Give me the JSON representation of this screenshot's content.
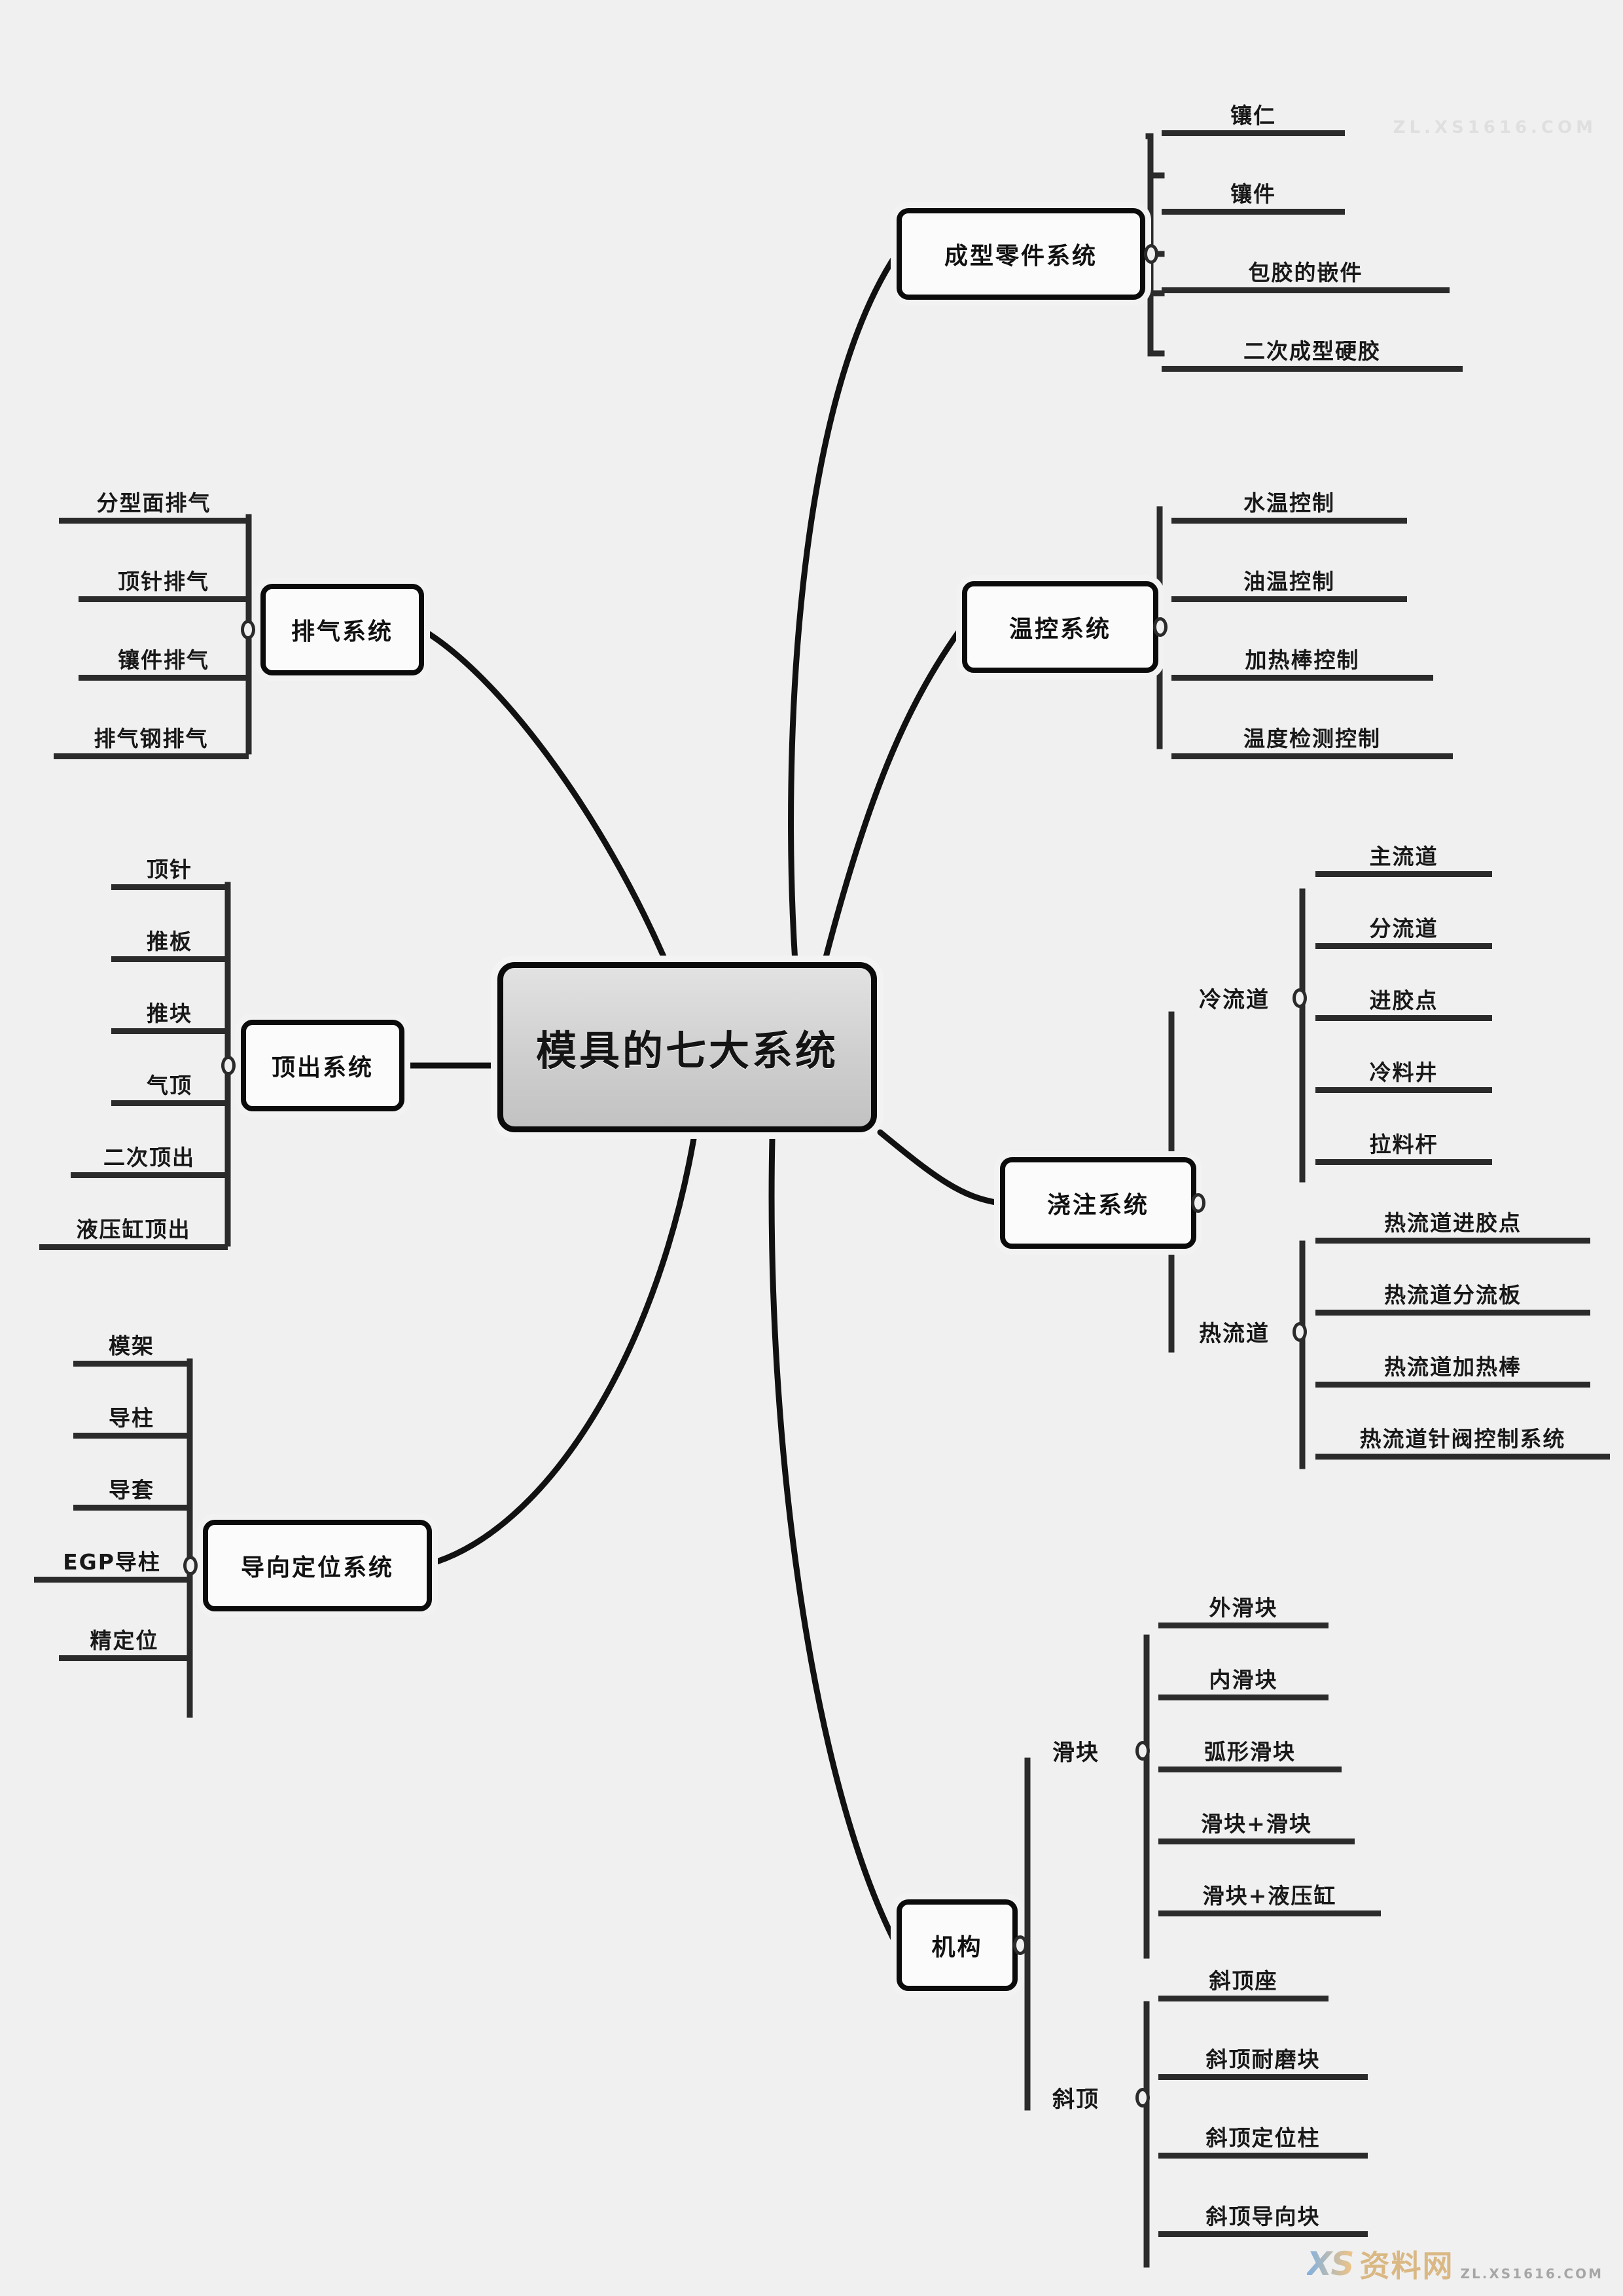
{
  "diagram": {
    "type": "mind-map",
    "root": {
      "label": "模具的七大系统"
    },
    "branches": [
      {
        "id": "molding-parts",
        "label": "成型零件系统",
        "side": "right",
        "children": [
          "镶仁",
          "镶件",
          "包胶的嵌件",
          "二次成型硬胶"
        ]
      },
      {
        "id": "temperature-control",
        "label": "温控系统",
        "side": "right",
        "children": [
          "水温控制",
          "油温控制",
          "加热棒控制",
          "温度检测控制"
        ]
      },
      {
        "id": "gating",
        "label": "浇注系统",
        "side": "right",
        "groups": [
          {
            "label": "冷流道",
            "children": [
              "主流道",
              "分流道",
              "进胶点",
              "冷料井",
              "拉料杆"
            ]
          },
          {
            "label": "热流道",
            "children": [
              "热流道进胶点",
              "热流道分流板",
              "热流道加热棒",
              "热流道针阀控制系统"
            ]
          }
        ]
      },
      {
        "id": "mechanism",
        "label": "机构",
        "side": "right",
        "groups": [
          {
            "label": "滑块",
            "children": [
              "外滑块",
              "内滑块",
              "弧形滑块",
              "滑块+滑块",
              "滑块+液压缸"
            ]
          },
          {
            "label": "斜顶",
            "children": [
              "斜顶座",
              "斜顶耐磨块",
              "斜顶定位柱",
              "斜顶导向块"
            ]
          }
        ]
      },
      {
        "id": "venting",
        "label": "排气系统",
        "side": "left",
        "children": [
          "分型面排气",
          "顶针排气",
          "镶件排气",
          "排气钢排气"
        ]
      },
      {
        "id": "ejection",
        "label": "顶出系统",
        "side": "left",
        "children": [
          "顶针",
          "推板",
          "推块",
          "气顶",
          "二次顶出",
          "液压缸顶出"
        ]
      },
      {
        "id": "guiding",
        "label": "导向定位系统",
        "side": "left",
        "children": [
          "模架",
          "导柱",
          "导套",
          "EGP导柱",
          "精定位"
        ]
      }
    ]
  },
  "watermark": {
    "badge": "XS",
    "brand": "资料网",
    "url": "ZL.XS1616.COM",
    "faint": "ZL.XS1616.COM"
  },
  "colors": {
    "background": "#f0f0f0",
    "stroke": "#0b0b0b",
    "leaf_rule": "#2b2b2b",
    "root_fill": "#cfcfcf",
    "node_fill": "#fbfbfb",
    "watermark_gold": "#c98b2c",
    "watermark_blue": "#2a7fd4"
  }
}
